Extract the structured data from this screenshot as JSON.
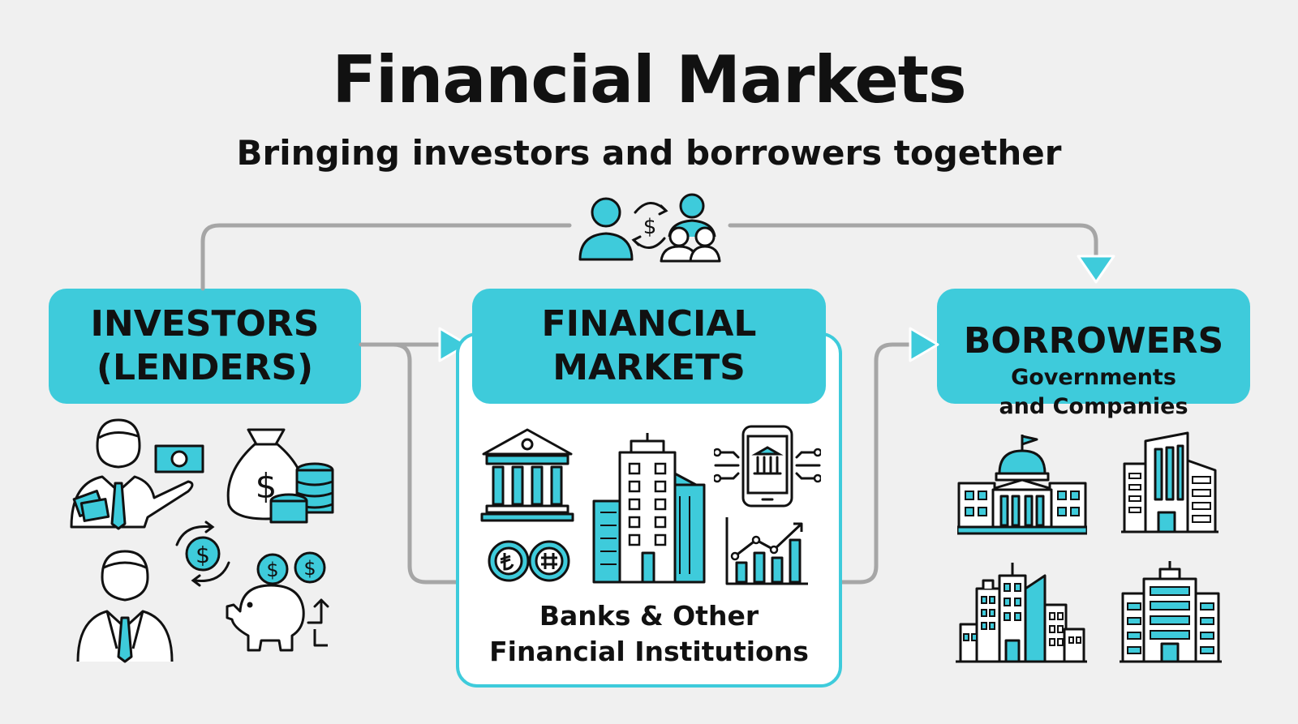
{
  "header": {
    "title": "Financial Markets",
    "subtitle": "Bringing investors and borrowers together"
  },
  "nodes": {
    "investors": {
      "line1": "INVESTORS",
      "line2": "(LENDERS)"
    },
    "markets": {
      "line1": "FINANCIAL",
      "line2": "MARKETS",
      "caption_line1": "Banks & Other",
      "caption_line2": "Financial Institutions"
    },
    "borrowers": {
      "line1": "BORROWERS",
      "line2": "Governments",
      "line3": "and Companies"
    }
  },
  "icons": {
    "top": "people-exchange-money-icon",
    "investors": [
      "businessman-holding-cash-icon",
      "money-bag-coins-icon",
      "dollar-circular-exchange-icon",
      "businessman-icon",
      "piggy-bank-coins-icon"
    ],
    "markets": [
      "bank-building-icon",
      "coins-icon",
      "office-tower-icon",
      "mobile-banking-icon",
      "growth-chart-icon"
    ],
    "borrowers": [
      "government-capitol-icon",
      "corporate-building-icon",
      "city-skyline-icon",
      "office-building-icon"
    ]
  },
  "colors": {
    "accent": "#3ecbdb",
    "connector": "#a6a6a6",
    "background": "#f0f0f0",
    "text": "#111111"
  }
}
